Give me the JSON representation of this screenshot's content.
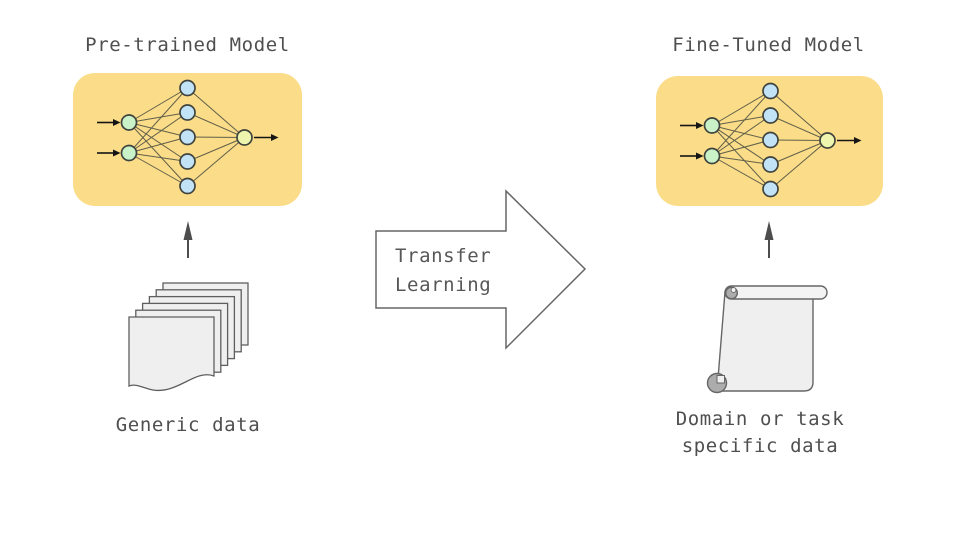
{
  "left_panel": {
    "title": "Pre-trained Model",
    "data_label": "Generic data",
    "icon": "document-stack-icon"
  },
  "transfer": {
    "label": "Transfer\nLearning",
    "icon": "big-right-arrow-shape"
  },
  "right_panel": {
    "title": "Fine-Tuned Model",
    "data_label": "Domain or task\nspecific data",
    "icon": "scroll-icon"
  },
  "network": {
    "structure": "2-5-1",
    "input_nodes": 2,
    "hidden_nodes": 5,
    "output_nodes": 1
  },
  "colors": {
    "model_box": "#FBDC88",
    "input_node": "#C9F2C8",
    "hidden_node": "#C2E2F6",
    "output_node": "#EEF5AF",
    "edge": "#5F5F4A",
    "outline": "#666666",
    "icon_fill": "#EFEFEF",
    "curl_fill": "#ACACAC",
    "text": "#4F4F4F",
    "background": "#FFFFFF"
  }
}
